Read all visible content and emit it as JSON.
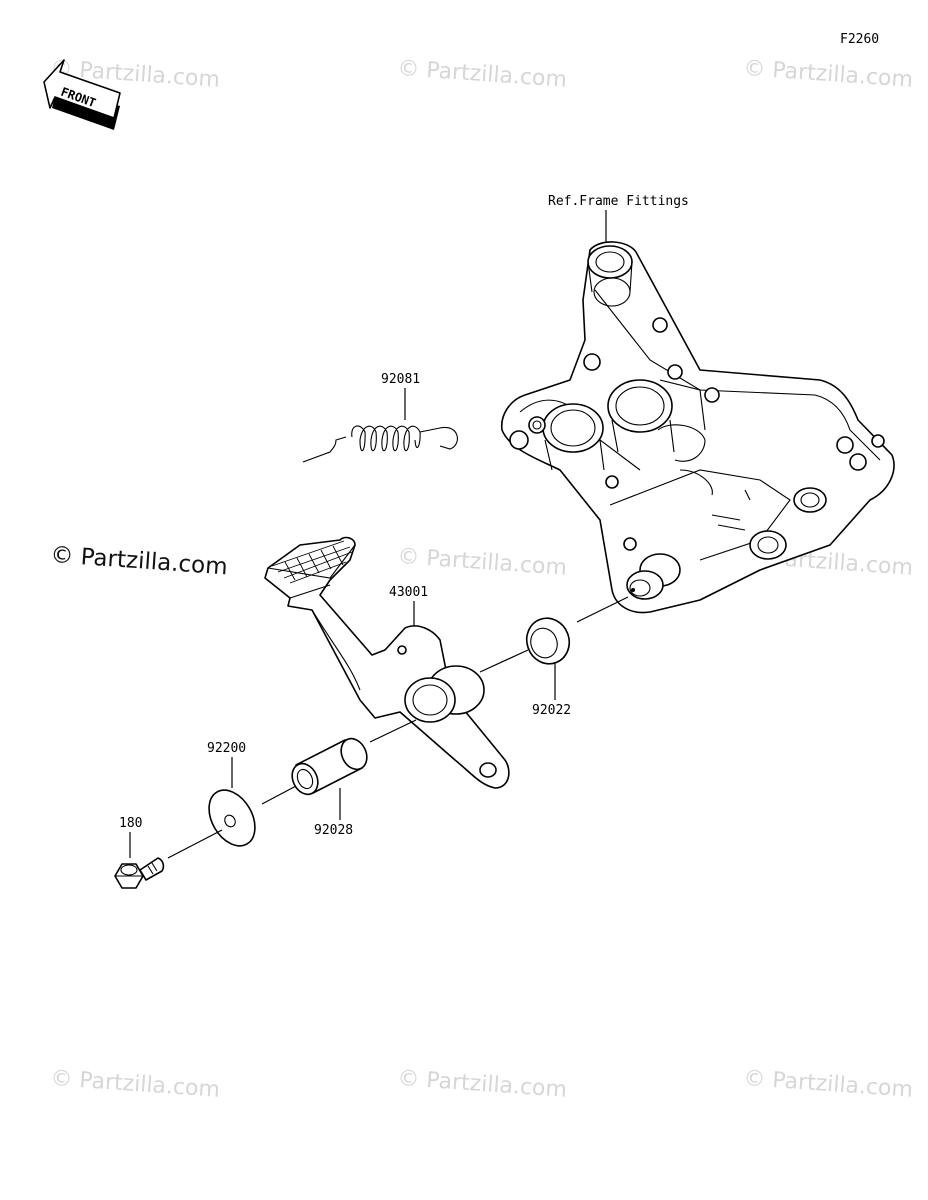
{
  "diagram_code": "F2260",
  "front_arrow_label": "FRONT",
  "frame_reference": "Ref.Frame Fittings",
  "watermark": {
    "text": "© Partzilla.com",
    "text_dark": "© Partzilla.com"
  },
  "parts": [
    {
      "number": "92081",
      "description_icon": "spring-icon"
    },
    {
      "number": "43001",
      "description_icon": "brake-pedal-icon"
    },
    {
      "number": "92022",
      "description_icon": "washer-icon"
    },
    {
      "number": "92200",
      "description_icon": "washer-icon"
    },
    {
      "number": "92028",
      "description_icon": "bushing-icon"
    },
    {
      "number": "180",
      "description_icon": "bolt-icon"
    }
  ]
}
